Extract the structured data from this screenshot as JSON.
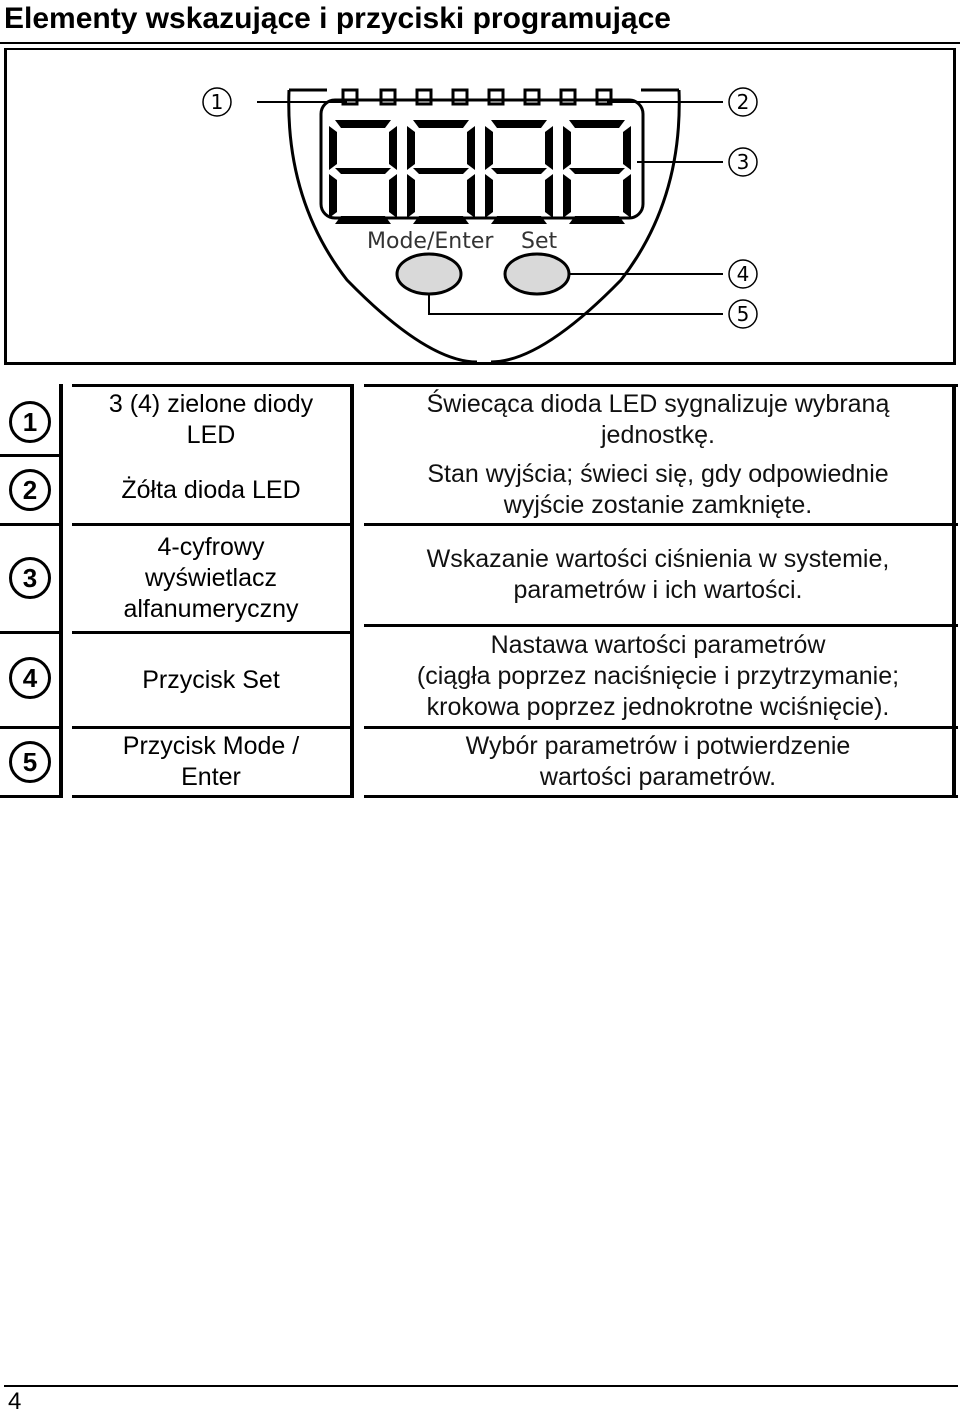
{
  "title": "Elementy wskazujące i przyciski programujące",
  "figure": {
    "callouts": [
      "1",
      "2",
      "3",
      "4",
      "5"
    ],
    "button_labels": {
      "mode_enter": "Mode/Enter",
      "set": "Set"
    }
  },
  "table": {
    "rows": [
      {
        "num": "1",
        "name": "3 (4) zielone diody\nLED",
        "desc": "Świecąca dioda LED sygnalizuje wybraną\njednostkę."
      },
      {
        "num": "2",
        "name": "Żółta dioda LED",
        "desc": "Stan wyjścia; świeci się, gdy odpowiednie\nwyjście zostanie zamknięte."
      },
      {
        "num": "3",
        "name": "4-cyfrowy\nwyświetlacz\nalfanumeryczny",
        "desc": "Wskazanie wartości ciśnienia w systemie,\nparametrów i ich wartości."
      },
      {
        "num": "4",
        "name": "Przycisk Set",
        "desc": "Nastawa wartości parametrów\n(ciągła poprzez naciśnięcie i przytrzymanie;\nkrokowa poprzez jednokrotne wciśnięcie)."
      },
      {
        "num": "5",
        "name": "Przycisk Mode /\nEnter",
        "desc": "Wybór parametrów i potwierdzenie\nwartości parametrów."
      }
    ]
  },
  "page_number": "4"
}
